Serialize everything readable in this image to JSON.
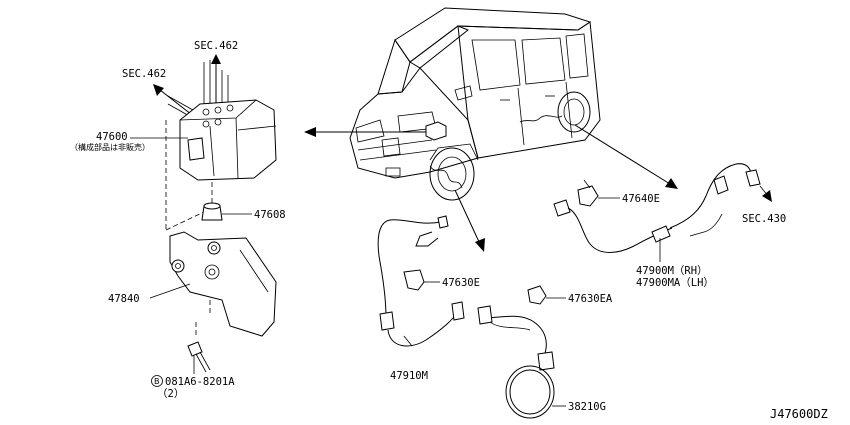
{
  "labels": {
    "sec462_top": "SEC.462",
    "sec462_left": "SEC.462",
    "abs_actuator": "47600",
    "abs_actuator_note": "（構成部品は非販売）",
    "mount_insulator": "47608",
    "bracket": "47840",
    "bolt_mark": "B",
    "bolt": "081A6-8201A",
    "bolt_qty": "（2）",
    "front_sensor": "47910M",
    "clip_front": "47630E",
    "clip_front_a": "47630EA",
    "rear_clip": "47640E",
    "sec430": "SEC.430",
    "rear_sensor_rh": "47900M（RH）",
    "rear_sensor_lh": "47900MA（LH）",
    "sensor_rotor": "38210G",
    "diagram_code": "J47600DZ"
  }
}
